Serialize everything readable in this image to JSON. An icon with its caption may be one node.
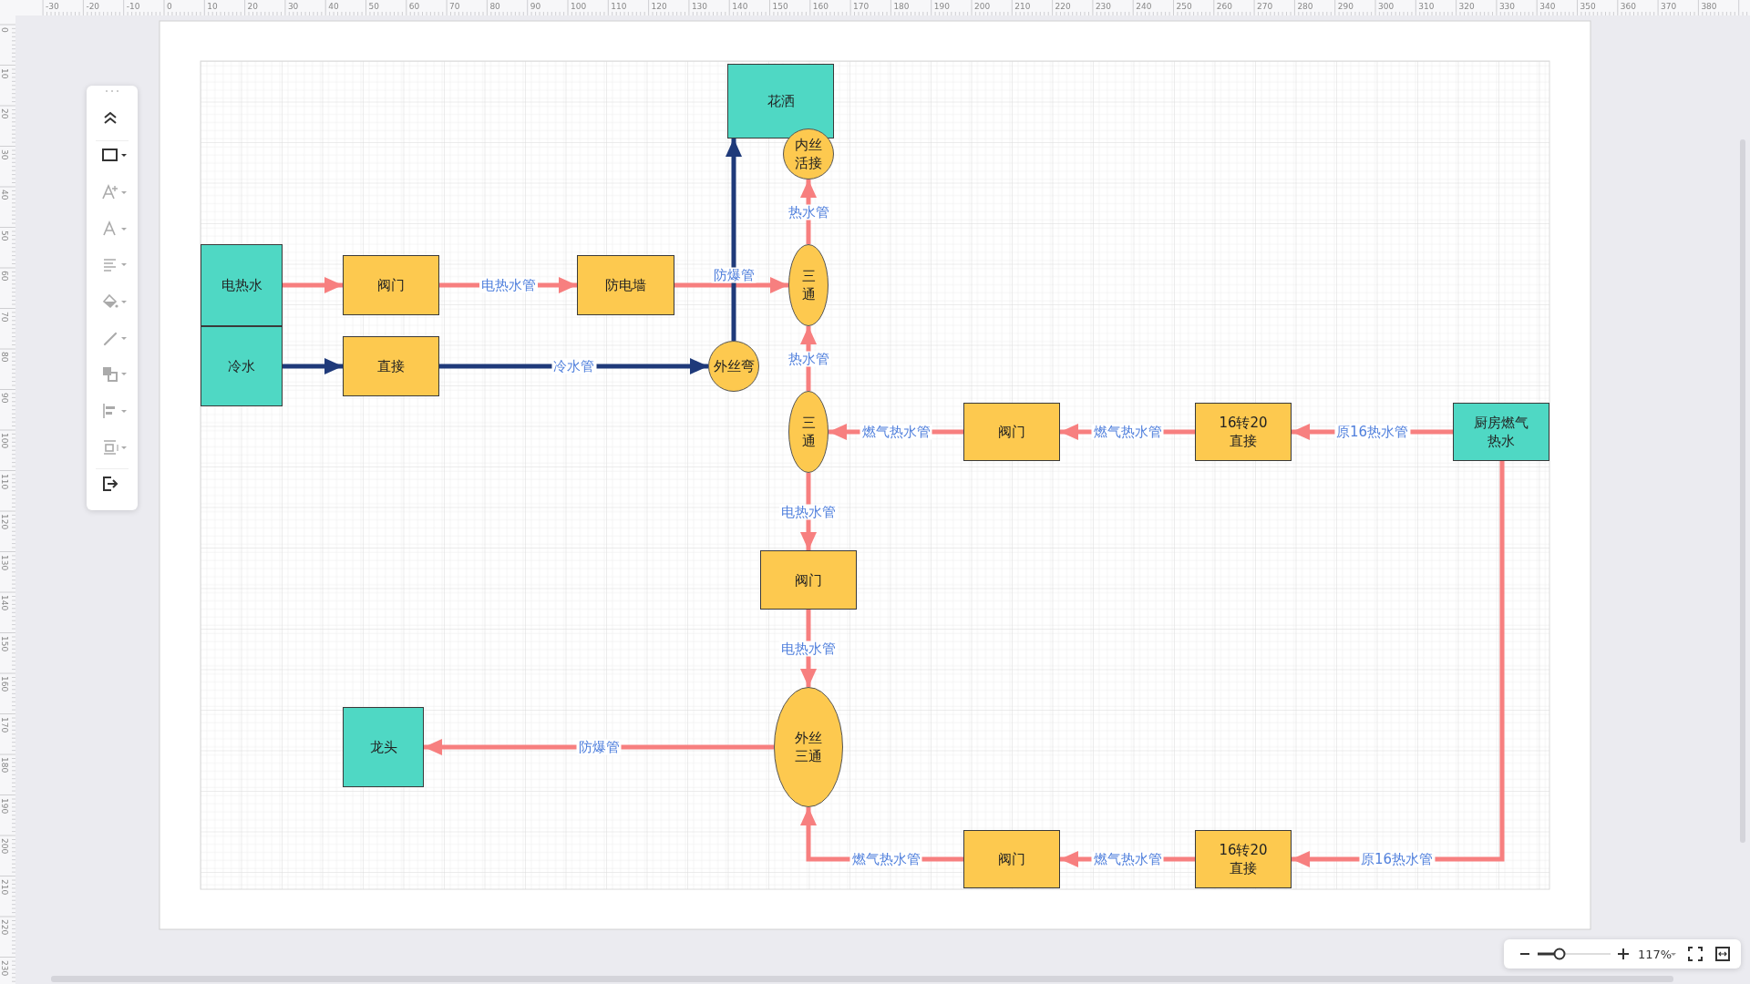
{
  "diagram": {
    "nodes": [
      {
        "text": [
          "电热水"
        ]
      },
      {
        "text": [
          "冷水"
        ]
      },
      {
        "text": [
          "阀门"
        ]
      },
      {
        "text": [
          "直接"
        ]
      },
      {
        "text": [
          "防电墙"
        ]
      },
      {
        "text": [
          "花洒"
        ]
      },
      {
        "text": [
          "内丝活接"
        ]
      },
      {
        "text": [
          "三通"
        ]
      },
      {
        "text": [
          "外丝弯"
        ]
      },
      {
        "text": [
          "三通"
        ]
      },
      {
        "text": [
          "阀门"
        ]
      },
      {
        "text": [
          "16转20直接"
        ]
      },
      {
        "text": [
          "厨房燃气热水"
        ]
      },
      {
        "text": [
          "阀门"
        ]
      },
      {
        "text": [
          "外丝三通"
        ]
      },
      {
        "text": [
          "龙头"
        ]
      },
      {
        "text": [
          "阀门"
        ]
      },
      {
        "text": [
          "16转20直接"
        ]
      }
    ],
    "edges": [
      {
        "from": 0,
        "to": 2,
        "arrow": "to"
      },
      {
        "from": 2,
        "to": 4,
        "arrow": "to",
        "label": "电热水管"
      },
      {
        "from": 4,
        "to": 7,
        "arrow": "to"
      },
      {
        "from": 1,
        "to": 3,
        "arrow": "to",
        "color": "#1f3a7a"
      },
      {
        "from": 3,
        "to": 8,
        "arrow": "to",
        "label": "冷水管",
        "color": "#1f3a7a"
      },
      {
        "from": 8,
        "to": 5,
        "arrow": "to",
        "label": "防爆管",
        "color": "#1f3a7a"
      },
      {
        "from": 7,
        "to": 6,
        "arrow": "to",
        "label": "热水管"
      },
      {
        "from": 9,
        "to": 7,
        "arrow": "to",
        "label": "热水管"
      },
      {
        "from": 10,
        "to": 9,
        "arrow": "to",
        "label": "燃气热水管"
      },
      {
        "from": 11,
        "to": 10,
        "arrow": "to",
        "label": "燃气热水管"
      },
      {
        "from": 12,
        "to": 11,
        "arrow": "to",
        "label": "原16热水管"
      },
      {
        "from": 9,
        "to": 13,
        "arrow": "to",
        "label": "电热水管"
      },
      {
        "from": 13,
        "to": 14,
        "arrow": "to",
        "label": "电热水管"
      },
      {
        "from": 14,
        "to": 15,
        "arrow": "to",
        "label": "防爆管"
      },
      {
        "from": 12,
        "to": 17,
        "arrow": "to",
        "label": "原16热水管"
      },
      {
        "from": 17,
        "to": 16,
        "arrow": "to",
        "label": "燃气热水管"
      },
      {
        "from": 16,
        "to": 14,
        "arrow": "to",
        "label": "燃气热水管"
      }
    ],
    "labels": [
      "-30",
      "-20",
      "-10",
      "0",
      "10",
      "20",
      "30",
      "40",
      "50",
      "60",
      "70",
      "80",
      "90",
      "100",
      "110",
      "120",
      "130",
      "140",
      "150",
      "160",
      "170",
      "180",
      "190",
      "200",
      "210",
      "220",
      "230",
      "240",
      "250",
      "260",
      "270",
      "280",
      "290",
      "300",
      "310",
      "320",
      "330",
      "340",
      "350",
      "360",
      "370",
      "380",
      "0",
      "10",
      "20",
      "30",
      "40",
      "50",
      "60",
      "70",
      "80",
      "90",
      "100",
      "110",
      "120",
      "130",
      "140",
      "150",
      "160",
      "170",
      "180",
      "190",
      "200",
      "210",
      "220",
      "230",
      "117%"
    ]
  }
}
